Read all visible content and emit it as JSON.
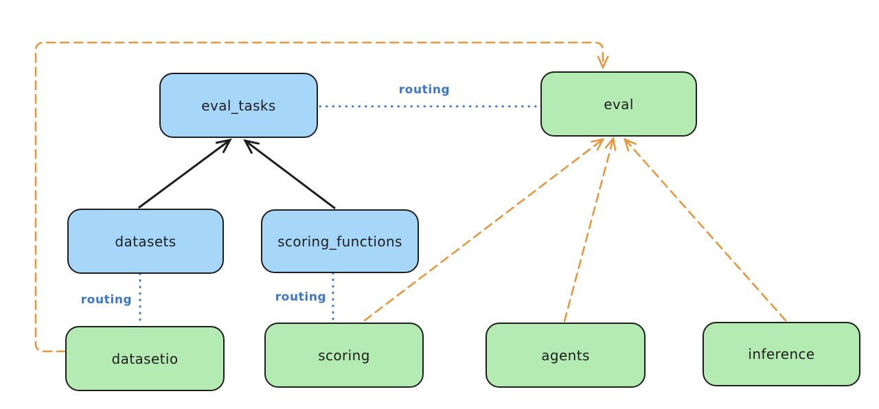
{
  "diagram": {
    "colors": {
      "stroke": "#1e1e1e",
      "blue_fill": "#a6d6f8",
      "green_fill": "#b3ebb3",
      "orange_line": "#e8973d",
      "blue_line": "#3b76c8",
      "background": "#ffffff"
    },
    "nodes": [
      {
        "id": "eval_tasks",
        "label": "eval_tasks",
        "color": "blue"
      },
      {
        "id": "eval",
        "label": "eval",
        "color": "green"
      },
      {
        "id": "datasets",
        "label": "datasets",
        "color": "blue"
      },
      {
        "id": "scoring_functions",
        "label": "scoring_functions",
        "color": "blue"
      },
      {
        "id": "datasetio",
        "label": "datasetio",
        "color": "green"
      },
      {
        "id": "scoring",
        "label": "scoring",
        "color": "green"
      },
      {
        "id": "agents",
        "label": "agents",
        "color": "green"
      },
      {
        "id": "inference",
        "label": "inference",
        "color": "green"
      }
    ],
    "edges": [
      {
        "from": "datasets",
        "to": "eval_tasks",
        "style": "solid-arrow",
        "color": "black",
        "label": ""
      },
      {
        "from": "scoring_functions",
        "to": "eval_tasks",
        "style": "solid-arrow",
        "color": "black",
        "label": ""
      },
      {
        "from": "eval_tasks",
        "to": "eval",
        "style": "dotted",
        "color": "blue",
        "label": "routing"
      },
      {
        "from": "datasets",
        "to": "datasetio",
        "style": "dotted",
        "color": "blue",
        "label": "routing"
      },
      {
        "from": "scoring_functions",
        "to": "scoring",
        "style": "dotted",
        "color": "blue",
        "label": "routing"
      },
      {
        "from": "scoring",
        "to": "eval",
        "style": "dashed-arrow",
        "color": "orange",
        "label": ""
      },
      {
        "from": "agents",
        "to": "eval",
        "style": "dashed-arrow",
        "color": "orange",
        "label": ""
      },
      {
        "from": "inference",
        "to": "eval",
        "style": "dashed-arrow",
        "color": "orange",
        "label": ""
      },
      {
        "from": "datasetio",
        "to": "eval",
        "style": "dashed-arrow",
        "color": "orange",
        "label": "",
        "route": "around-left-top"
      }
    ]
  }
}
